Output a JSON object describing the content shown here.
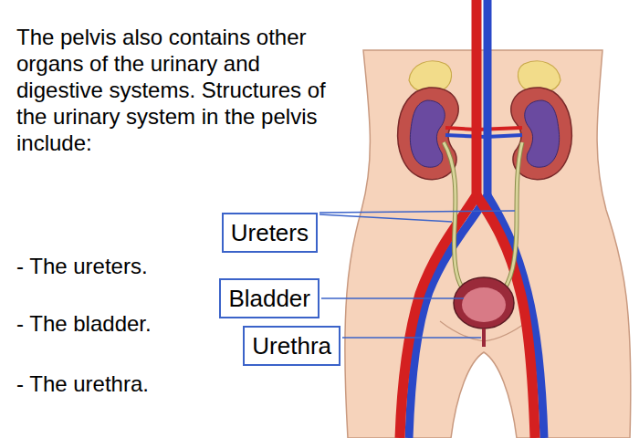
{
  "diagram": {
    "nodes": [
      {
        "text": [
          "Ureters"
        ]
      },
      {
        "text": [
          "Bladder"
        ]
      },
      {
        "text": [
          "Urethra"
        ]
      }
    ],
    "labels": [
      "The pelvis also contains other organs of the urinary and digestive systems. Structures of the urinary system in the pelvis include:",
      "- The ureters.",
      "- The bladder.",
      "- The urethra."
    ]
  }
}
